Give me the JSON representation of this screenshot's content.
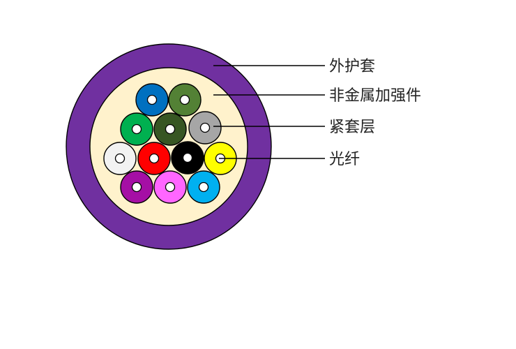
{
  "labels": {
    "outer_jacket": "外护套",
    "nonmetal_strength": "非金属加强件",
    "tight_buffer": "紧套层",
    "optical_fiber": "光纤"
  },
  "colors": {
    "outer_jacket": "#7030a0",
    "filler": "#fff2cc",
    "fiber_core": "#ffffff",
    "outline": "#000000"
  },
  "fibers": [
    {
      "name": "blue",
      "color": "#0070c0"
    },
    {
      "name": "olive-green",
      "color": "#538135"
    },
    {
      "name": "green",
      "color": "#00b050"
    },
    {
      "name": "dark-green",
      "color": "#375623"
    },
    {
      "name": "gray",
      "color": "#a6a6a6"
    },
    {
      "name": "white",
      "color": "#f2f2f2"
    },
    {
      "name": "red",
      "color": "#ff0000"
    },
    {
      "name": "black",
      "color": "#000000"
    },
    {
      "name": "yellow",
      "color": "#ffff00"
    },
    {
      "name": "purple",
      "color": "#a50fa5"
    },
    {
      "name": "pink",
      "color": "#ff66ff"
    },
    {
      "name": "sky-blue",
      "color": "#00b0f0"
    }
  ]
}
